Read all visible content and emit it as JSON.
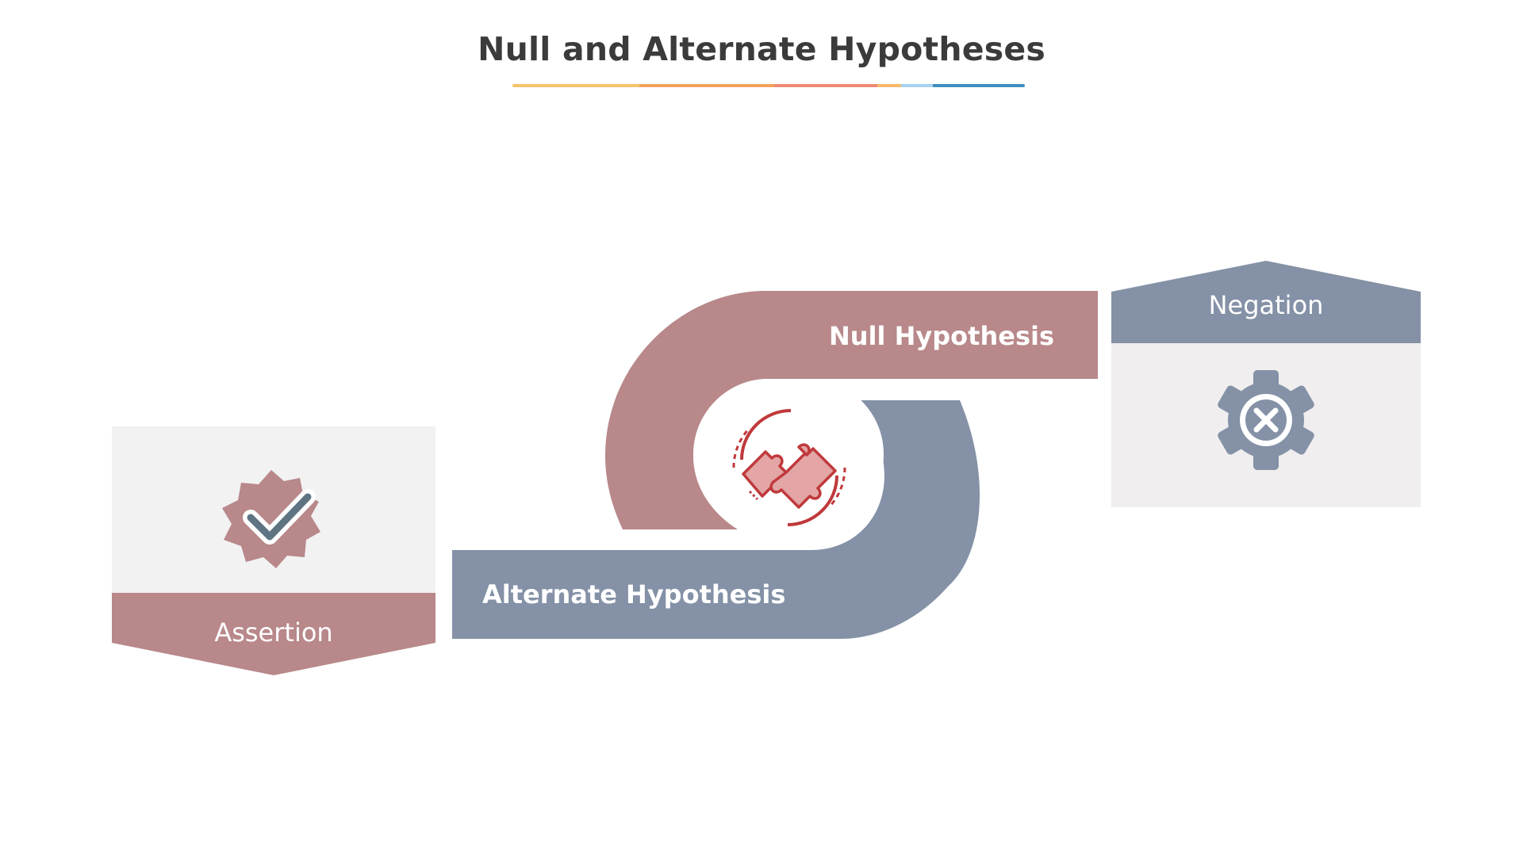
{
  "title": "Null and Alternate Hypotheses",
  "colors": {
    "rose": "#b8888a",
    "slate": "#8491a6",
    "panel_light": "#f2f2f2",
    "panel_light_right": "#f0eeee",
    "puzzle_red": "#c0393b",
    "puzzle_fill": "#e3a5a5",
    "check_dark": "#5e7482",
    "underline_segments": [
      "#f7c36c",
      "#f2a25a",
      "#ee8b74",
      "#f6b96a",
      "#a5d2ef",
      "#3f8ec0"
    ]
  },
  "diagram": {
    "null_hypothesis": {
      "label": "Null Hypothesis"
    },
    "alternate_hypothesis": {
      "label": "Alternate Hypothesis"
    },
    "center_icon": {
      "icon": "puzzle-exchange-icon"
    },
    "assertion": {
      "label": "Assertion",
      "icon": "check-badge-icon"
    },
    "negation": {
      "label": "Negation",
      "icon": "gear-x-icon"
    }
  }
}
